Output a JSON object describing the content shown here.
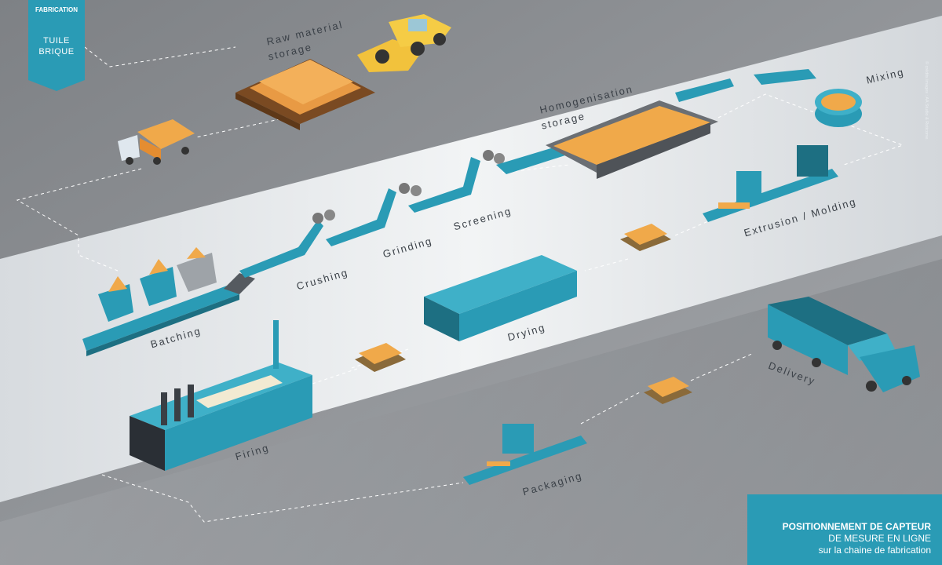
{
  "header": {
    "category": "FABRICATION",
    "title_line1": "TUILE",
    "title_line2": "BRIQUE"
  },
  "credits": "© crédits images : AA Studio & Roticome.",
  "stages": {
    "raw_material_line1": "Raw material",
    "raw_material_line2": "storage",
    "homogenisation_line1": "Homogenisation",
    "homogenisation_line2": "storage",
    "mixing": "Mixing",
    "batching": "Batching",
    "crushing": "Crushing",
    "grinding": "Grinding",
    "screening": "Screening",
    "extrusion": "Extrusion / Molding",
    "drying": "Drying",
    "firing": "Firing",
    "packaging": "Packaging",
    "delivery": "Delivery"
  },
  "footer": {
    "line1": "POSITIONNEMENT DE CAPTEUR",
    "line2": "DE MESURE EN LIGNE",
    "line3": "sur la chaine de fabrication"
  },
  "colors": {
    "teal": "#2a9bb5",
    "dark_teal": "#1d6f82",
    "sand": "#f0a94a",
    "road": "#e2e5e7",
    "grey": "#8a8d91"
  }
}
